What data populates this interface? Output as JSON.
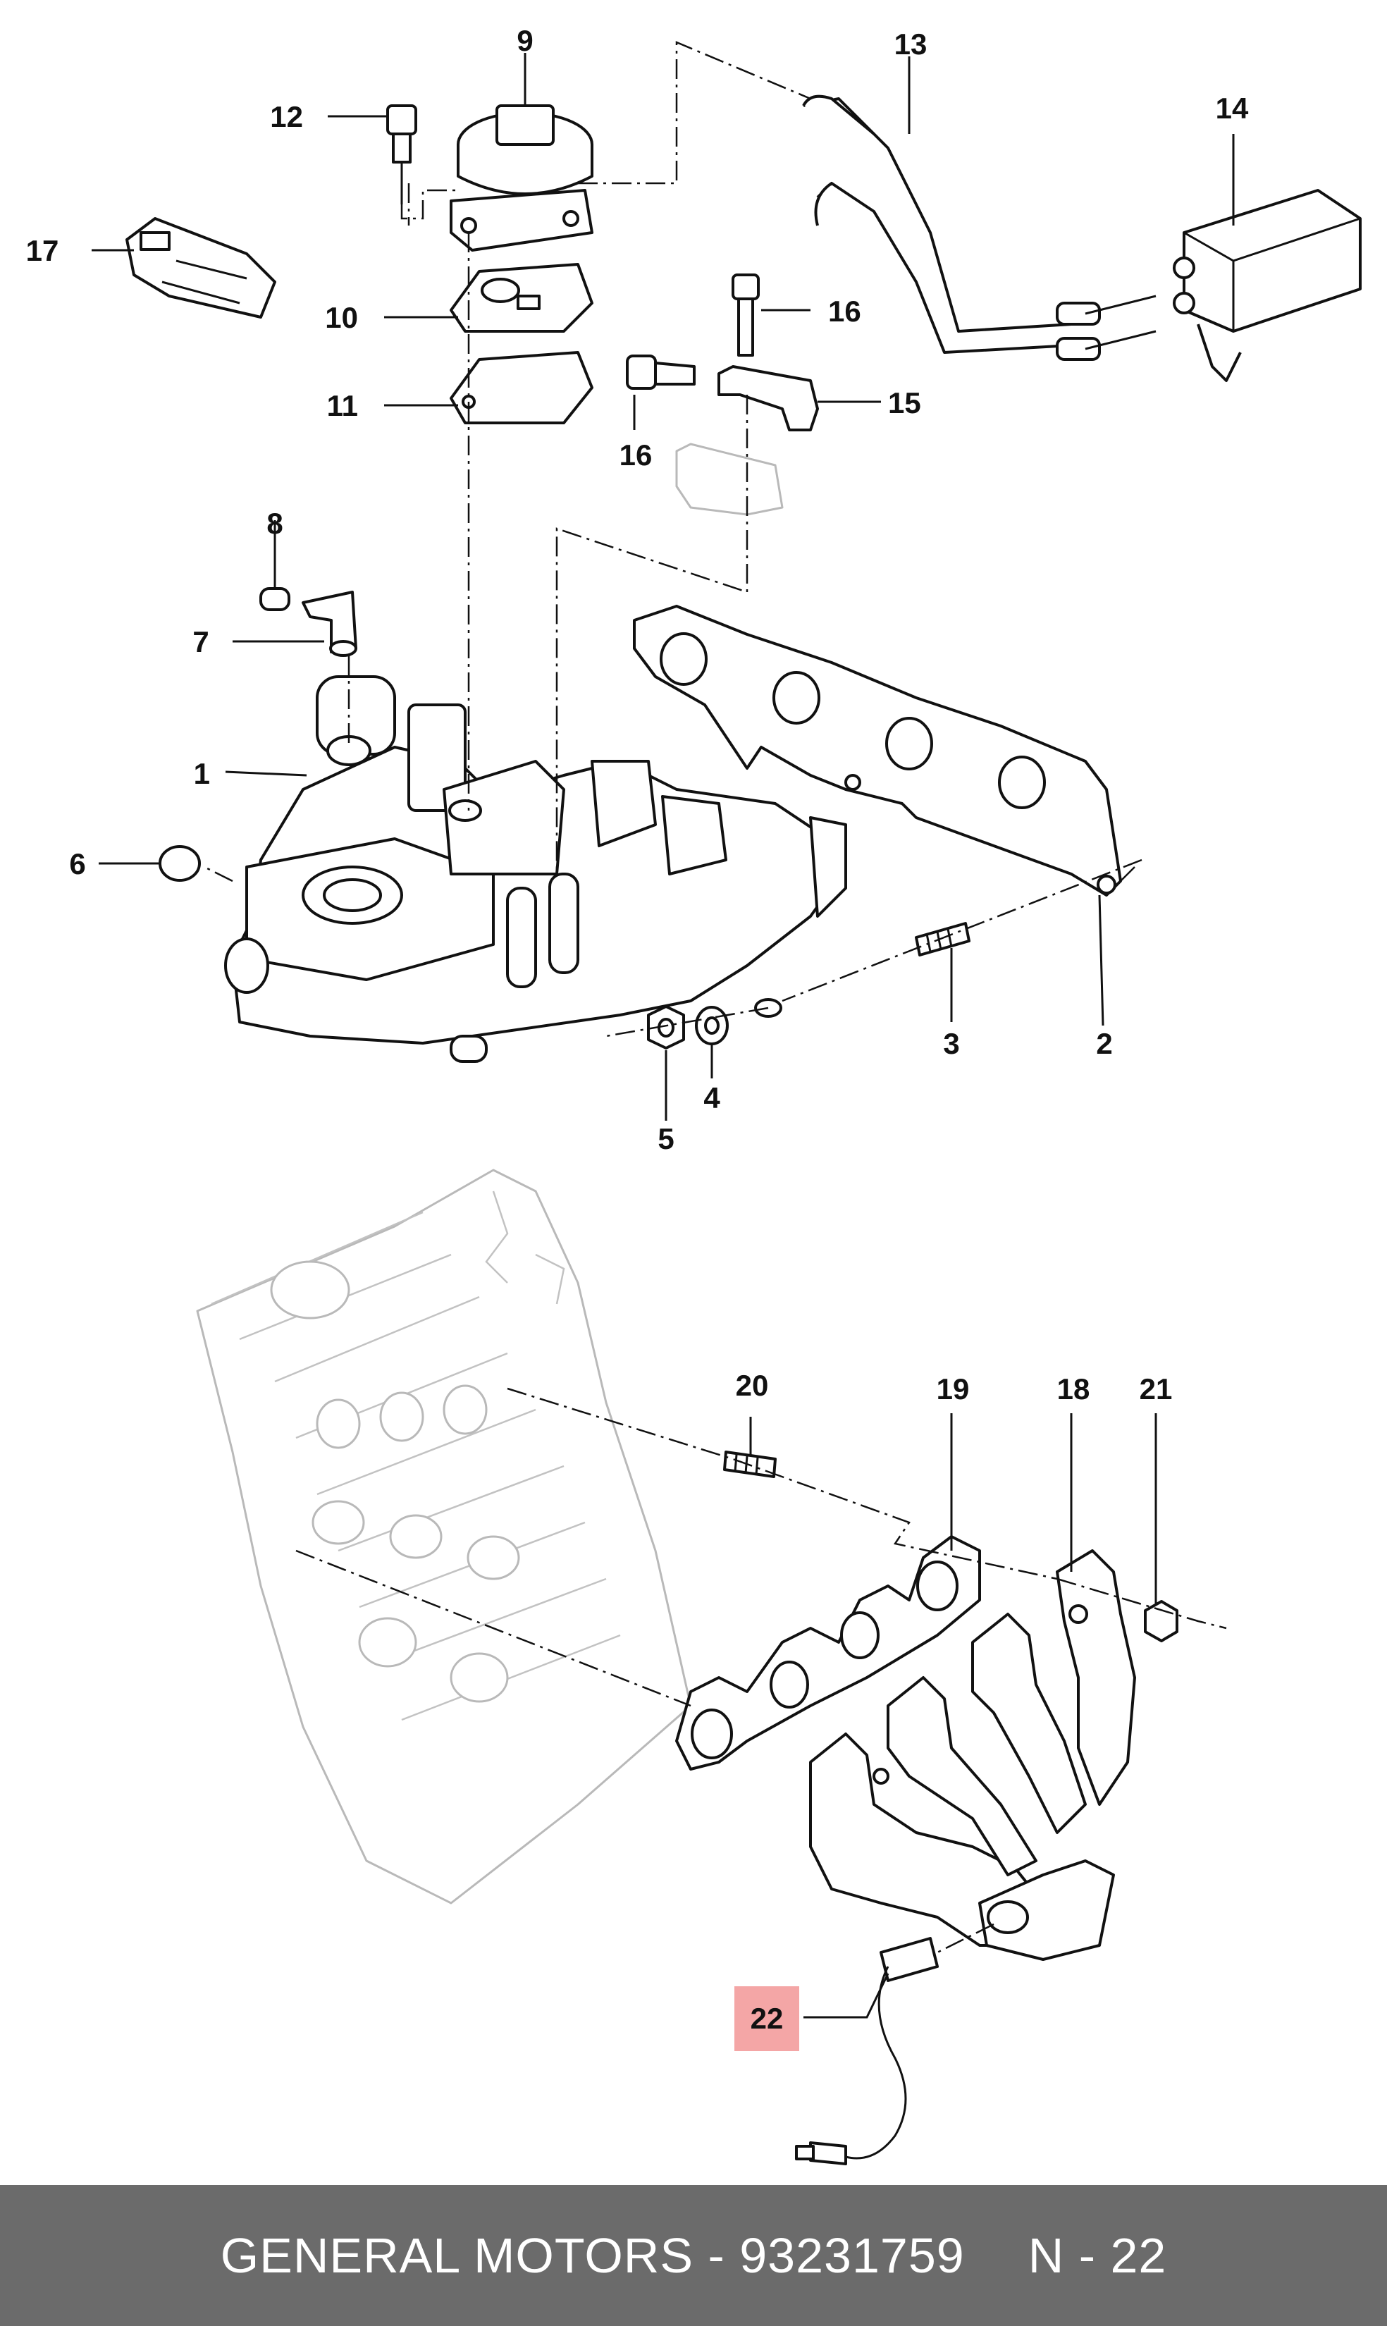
{
  "diagram": {
    "callouts": [
      "1",
      "2",
      "3",
      "4",
      "5",
      "6",
      "7",
      "8",
      "9",
      "10",
      "11",
      "12",
      "13",
      "14",
      "15",
      "16",
      "16",
      "17",
      "18",
      "19",
      "20",
      "21",
      "22"
    ],
    "highlighted_callout": "22",
    "highlight_color": "#f4a6a6"
  },
  "footer": {
    "part_line": "GENERAL MOTORS - 93231759",
    "page_ref": "N - 22",
    "background": "#6b6b6b"
  }
}
